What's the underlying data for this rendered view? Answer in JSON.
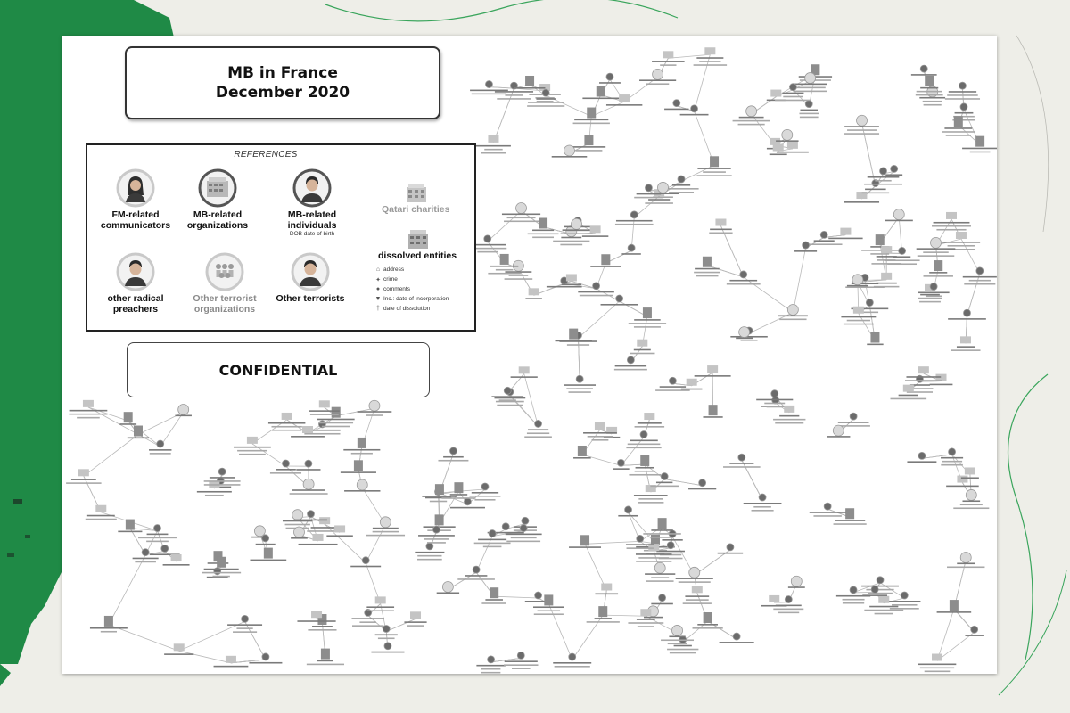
{
  "title": {
    "line1": "MB in France",
    "line2": "December 2020"
  },
  "legend": {
    "heading": "REFERENCES",
    "items": [
      {
        "label": "FM-related communicators",
        "icon": "woman-avatar-icon"
      },
      {
        "label": "MB-related organizations",
        "icon": "building-icon"
      },
      {
        "label": "MB-related individuals",
        "sub": "DOB date of birth",
        "icon": "man-avatar-icon"
      },
      {
        "label": "other radical preachers",
        "icon": "man-avatar-icon"
      },
      {
        "label": "Other terrorist organizations",
        "icon": "group-icon"
      },
      {
        "label": "Other terrorists",
        "icon": "man-avatar-icon"
      }
    ],
    "qatari": {
      "label": "Qatari charities",
      "icon": "building-icon"
    },
    "dissolved": {
      "label": "dissolved entities",
      "icon": "building-icon"
    },
    "keys": [
      {
        "symbol": "⌂",
        "text": "address",
        "icon": "house-icon"
      },
      {
        "symbol": "✦",
        "text": "crime",
        "icon": "star-icon"
      },
      {
        "symbol": "●",
        "text": "comments",
        "icon": "dot-icon"
      },
      {
        "symbol": "▼",
        "text": "Inc.: date of incorporation",
        "icon": "triangle-icon"
      },
      {
        "symbol": "†",
        "text": "date of dissolution",
        "icon": "cross-icon"
      }
    ]
  },
  "confidential": "CONFIDENTIAL",
  "colors": {
    "backdrop": "#efefea",
    "green": "#1f8a46",
    "sheet": "#ffffff",
    "line": "#b9b9b9"
  }
}
